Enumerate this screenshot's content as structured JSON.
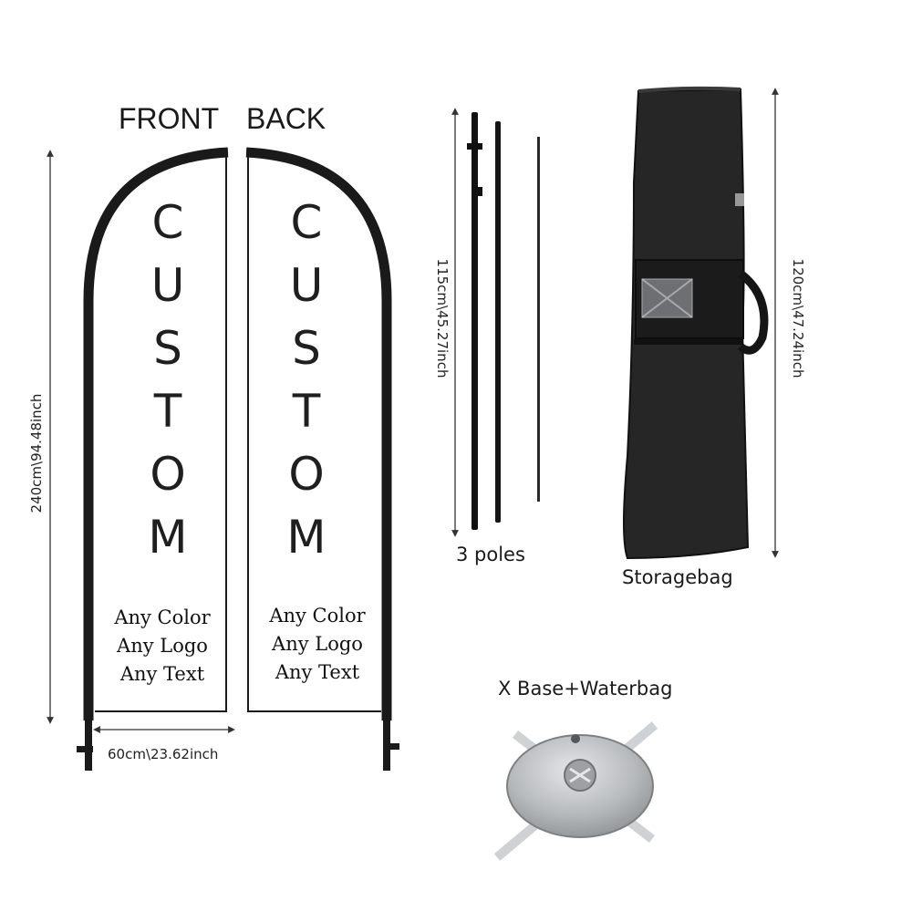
{
  "headings": {
    "front": "FRONT",
    "back": "BACK"
  },
  "dimensions": {
    "flag_height": "240cm\\94.48inch",
    "flag_width": "60cm\\23.62inch",
    "pole_length": "115cm\\45.27inch",
    "bag_length": "120cm\\47.24inch"
  },
  "front_flag": {
    "letters": [
      "C",
      "U",
      "S",
      "T",
      "O",
      "M"
    ],
    "features": [
      "Any Color",
      "Any Logo",
      "Any Text"
    ]
  },
  "back_flag": {
    "letters": [
      "C",
      "U",
      "S",
      "T",
      "O",
      "M"
    ],
    "features": [
      "Any Color",
      "Any Logo",
      "Any Text"
    ]
  },
  "items": {
    "poles": "3 poles",
    "storage_bag": "Storagebag",
    "base": "X Base+Waterbag"
  },
  "colors": {
    "pole": "#111111",
    "bag": "#222222",
    "waterbag": "#b9bcbf"
  }
}
